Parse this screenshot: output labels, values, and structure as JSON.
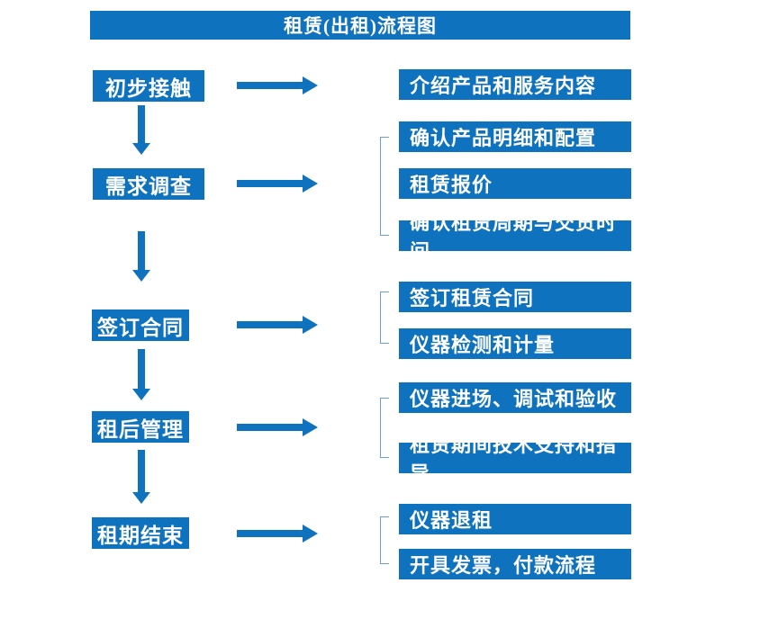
{
  "title": "租赁(出租)流程图",
  "colors": {
    "primary_blue": "#0f72be",
    "bracket_blue": "#6f9fd0",
    "text_white": "#ffffff",
    "background": "#ffffff"
  },
  "steps": [
    {
      "label": "初步接触",
      "details": [
        "介绍产品和服务内容"
      ]
    },
    {
      "label": "需求调查",
      "details": [
        "确认产品明细和配置",
        "租赁报价",
        "确认租赁周期与交货时间"
      ]
    },
    {
      "label": "签订合同",
      "details": [
        "签订租赁合同",
        "仪器检测和计量"
      ]
    },
    {
      "label": "租后管理",
      "details": [
        "仪器进场、调试和验收",
        "租赁期间技术支持和指导"
      ]
    },
    {
      "label": "租期结束",
      "details": [
        "仪器退租",
        "开具发票，付款流程"
      ]
    }
  ]
}
